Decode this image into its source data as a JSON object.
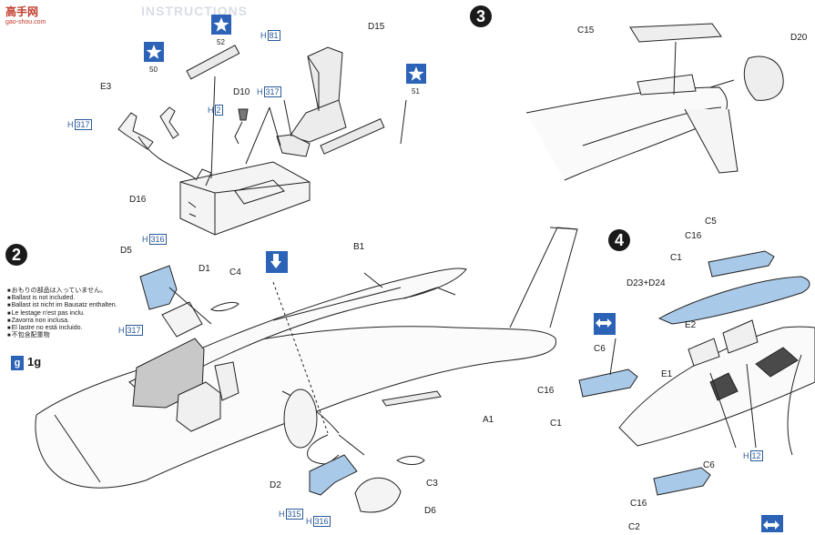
{
  "watermark": {
    "title": "高手网",
    "url": "gao-shou.com"
  },
  "header_faded": "INSTRUCTIONS",
  "steps": [
    "3",
    "2",
    "4"
  ],
  "notes": [
    "おもりの部品は入っていません。",
    "Ballast is not included.",
    "Ballast ist nicht im Bausatz enthalten.",
    "Le lestage n'est pas inclu.",
    "Zavorra non inclusa.",
    "El lastre no está incluido.",
    "不包含配重物"
  ],
  "weight": {
    "icon": "g",
    "value": "1g"
  },
  "decals": {
    "n50": "50",
    "n52": "52",
    "n51": "51"
  },
  "parts": {
    "E3": "E3",
    "D16": "D16",
    "D10": "D10",
    "D15": "D15",
    "C15": "C15",
    "D20": "D20",
    "D5": "D5",
    "D1": "D1",
    "C4": "C4",
    "B1": "B1",
    "A1": "A1",
    "D2": "D2",
    "D6": "D6",
    "C3": "C3",
    "C5": "C5",
    "C16a": "C16",
    "C1a": "C1",
    "D23D24": "D23+D24",
    "E2": "E2",
    "E1": "E1",
    "C6a": "C6",
    "C16b": "C16",
    "C1b": "C1",
    "C6b": "C6",
    "C16c": "C16",
    "C2": "C2"
  },
  "hcodes": {
    "h81": "81",
    "h317a": "317",
    "h2": "2",
    "h317b": "317",
    "h316a": "316",
    "h317c": "317",
    "h315": "315",
    "h316b": "316",
    "h12": "12"
  },
  "colors": {
    "blue_part": "#a9c9e8",
    "decal_blue": "#2c63b7",
    "h_code": "#2a5a9a",
    "gray_part": "#c8c8c8",
    "dark_part": "#4a4a4a"
  }
}
